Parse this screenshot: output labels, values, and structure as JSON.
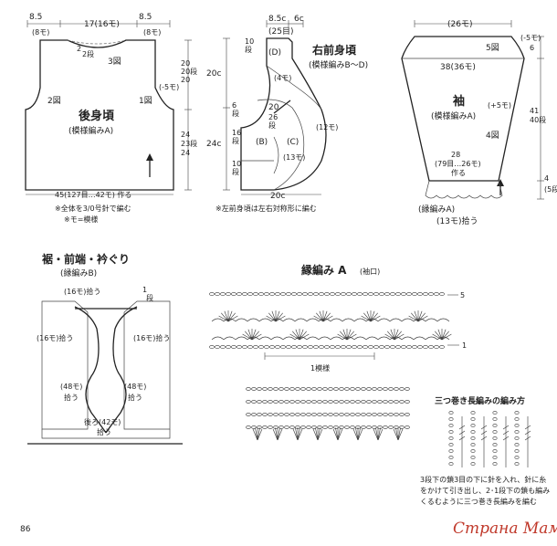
{
  "back": {
    "top_left": "8.5",
    "top_left_paren": "(8モ)",
    "top_mid": "17(16モ)",
    "top_right": "8.5",
    "top_right_paren": "(8モ)",
    "neck_note": "2",
    "neck_note2": "2段",
    "fig3": "3図",
    "fig2": "2図",
    "fig1": "1図",
    "title": "後身頃",
    "pattern": "(模様編みA)",
    "side_top": "20",
    "side_top2": "20段",
    "side_top3": "20",
    "side_dec": "(-5モ)",
    "side_bot": "24",
    "side_bot2": "23段",
    "side_bot3": "24",
    "bottom": "45(127目…42モ) 作る",
    "note1": "※全体を3/0号針で編む",
    "note2": "※モ=模様"
  },
  "front": {
    "top_a": "8.5c",
    "top_b": "6c",
    "top_c": "(25目)",
    "title": "右前身頃",
    "pattern": "(模様編みB～D)",
    "rows_top": "10",
    "rows_top2": "段",
    "label_d": "(D)",
    "d_count": "(4モ)",
    "left_6": "6",
    "left_6b": "段",
    "arc_20": "20",
    "arc_26": "26",
    "arc_26b": "段",
    "left_16": "16",
    "left_16b": "段",
    "label_b": "(B)",
    "label_c": "(C)",
    "c_count": "(13モ)",
    "right_count": "(12モ)",
    "left_10": "10",
    "left_10b": "段",
    "side_20c": "20c",
    "side_24c": "24c",
    "bottom": "20c",
    "note": "※左前身頃は左右対称形に編む"
  },
  "sleeve": {
    "top": "(26モ)",
    "top_dec": "(-5モ)",
    "fig5": "5図",
    "fig4": "4図",
    "width": "38(36モ)",
    "title": "袖",
    "pattern": "(模様編みA)",
    "inc": "(+5モ)",
    "side_6": "6",
    "side_41": "41",
    "side_41b": "40段",
    "bot_28": "28",
    "bot_28b": "(79目…26モ)",
    "bot_28c": "作る",
    "side_4": "4",
    "side_4b": "(5段)",
    "edge": "(縁編みA)",
    "edge_count": "(13モ)拾う"
  },
  "edging": {
    "title": "裾・前端・衿ぐり",
    "pattern": "(縁編みB)",
    "top": "(16モ)拾う",
    "row": "1",
    "row2": "段",
    "left_16": "(16モ)拾う",
    "right_16": "(16モ)拾う",
    "left_48": "(48モ)",
    "left_48b": "拾う",
    "right_48": "(48モ)",
    "right_48b": "拾う",
    "back_42": "後ろ(42モ)",
    "back_42b": "拾う"
  },
  "chart": {
    "title": "縁編み A",
    "title_sub": "(袖口)",
    "row5": "5",
    "row1": "1",
    "repeat": "1模様"
  },
  "treble": {
    "title": "三つ巻き長編みの編み方",
    "desc1": "3段下の鎖3目の下に針を入れ、針に糸",
    "desc2": "をかけて引き出し、2･1段下の鎖も編み",
    "desc3": "くるむように三つ巻き長編みを編む"
  },
  "page_number": "86",
  "watermark": "Страна Мам"
}
